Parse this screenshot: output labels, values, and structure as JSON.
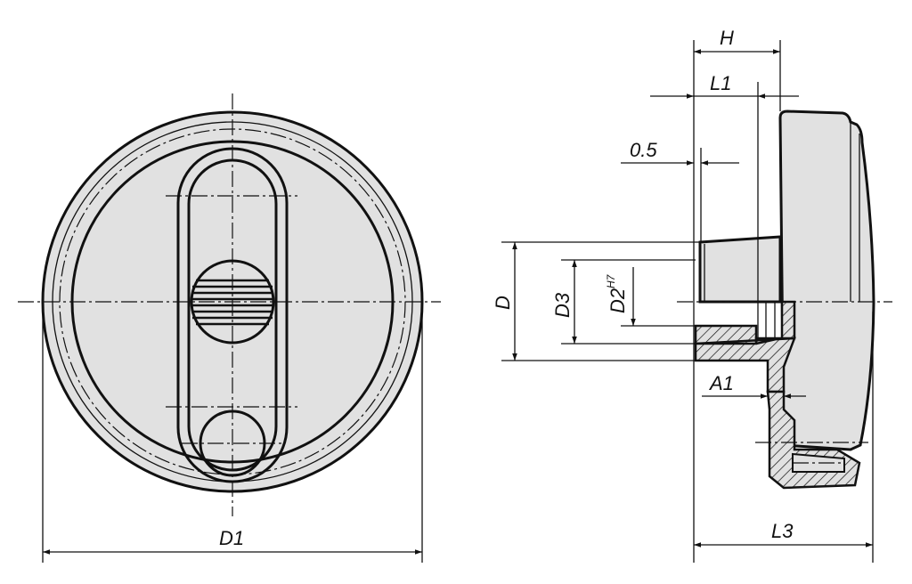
{
  "drawing": {
    "front_view": {
      "dimension_labels": {
        "d1": "D1"
      }
    },
    "side_view": {
      "dimension_labels": {
        "h": "H",
        "l1": "L1",
        "offset": "0.5",
        "d": "D",
        "d3": "D3",
        "d2": "D2",
        "d2_tolerance": "H7",
        "a1": "A1",
        "l3": "L3"
      }
    },
    "colors": {
      "part_fill": "#e1e1e1",
      "line": "#111111"
    }
  }
}
